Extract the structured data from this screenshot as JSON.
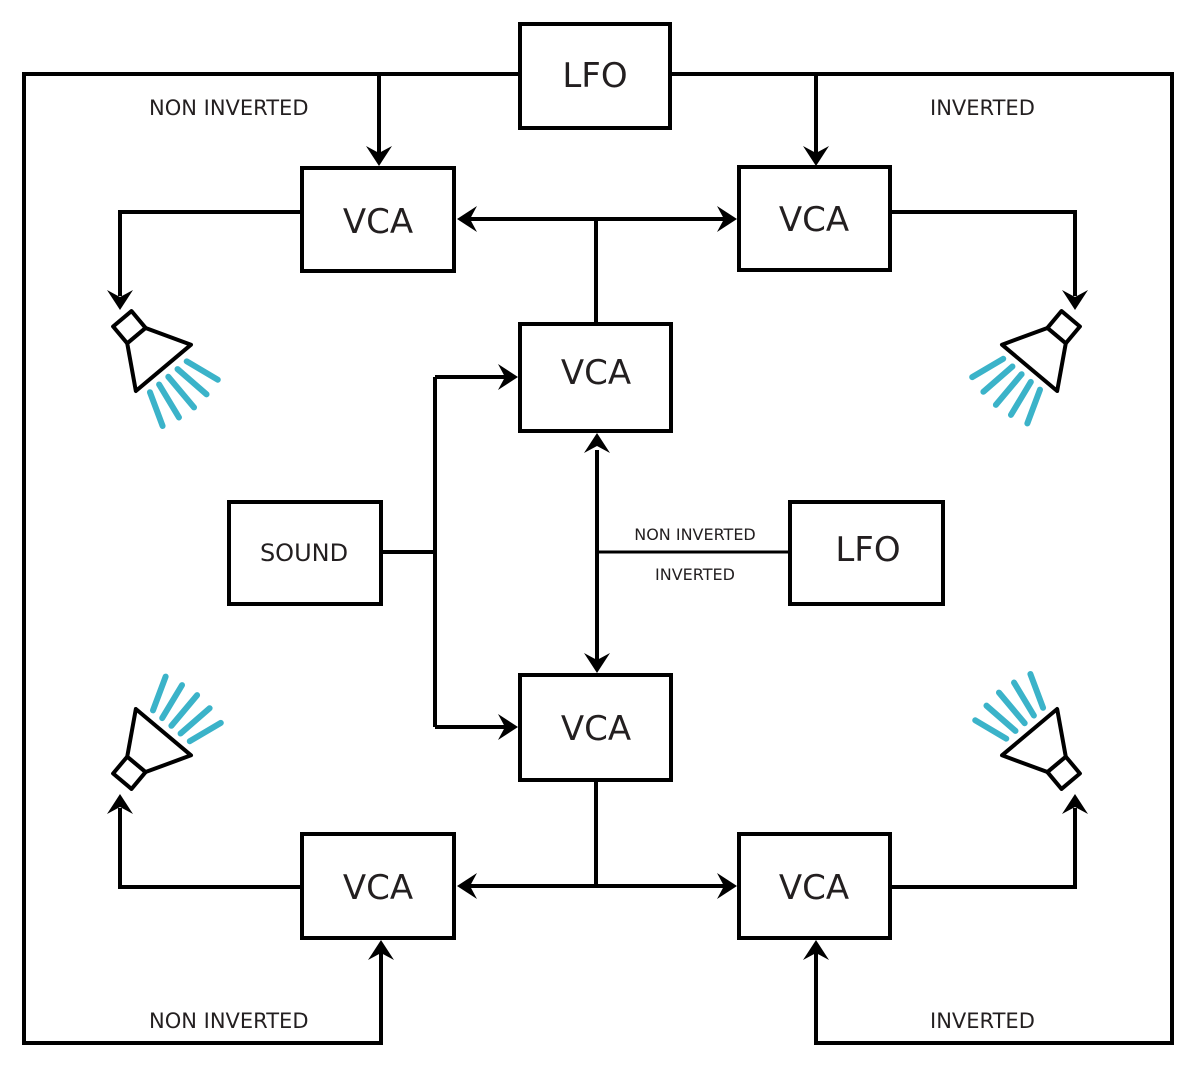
{
  "diagram": {
    "title": "",
    "colors": {
      "line": "#000000",
      "text": "#231f20",
      "sound_wave": "#3bb3c9"
    },
    "nodes": {
      "lfo_top": {
        "label": "LFO"
      },
      "lfo_mid": {
        "label": "LFO"
      },
      "sound": {
        "label": "SOUND"
      },
      "vca_center_top": {
        "label": "VCA"
      },
      "vca_center_bottom": {
        "label": "VCA"
      },
      "vca_top_left": {
        "label": "VCA"
      },
      "vca_top_right": {
        "label": "VCA"
      },
      "vca_bottom_left": {
        "label": "VCA"
      },
      "vca_bottom_right": {
        "label": "VCA"
      }
    },
    "edge_labels": {
      "top_left": "NON INVERTED",
      "top_right": "INVERTED",
      "bottom_left": "NON INVERTED",
      "bottom_right": "INVERTED",
      "mid_upper": "NON INVERTED",
      "mid_lower": "INVERTED"
    },
    "speakers": [
      {
        "id": "speaker-top-left",
        "icon": "speaker-icon"
      },
      {
        "id": "speaker-top-right",
        "icon": "speaker-icon"
      },
      {
        "id": "speaker-bottom-left",
        "icon": "speaker-icon"
      },
      {
        "id": "speaker-bottom-right",
        "icon": "speaker-icon"
      }
    ],
    "edges": [
      {
        "from": "lfo_top",
        "to": "vca_top_left",
        "label": "NON INVERTED"
      },
      {
        "from": "lfo_top",
        "to": "vca_top_right",
        "label": "INVERTED"
      },
      {
        "from": "lfo_top",
        "to": "vca_bottom_left",
        "label": "NON INVERTED"
      },
      {
        "from": "lfo_top",
        "to": "vca_bottom_right",
        "label": "INVERTED"
      },
      {
        "from": "sound",
        "to": "vca_center_top"
      },
      {
        "from": "sound",
        "to": "vca_center_bottom"
      },
      {
        "from": "lfo_mid",
        "to": "vca_center_top",
        "label": "NON INVERTED"
      },
      {
        "from": "lfo_mid",
        "to": "vca_center_bottom",
        "label": "INVERTED"
      },
      {
        "from": "vca_center_top",
        "to": "vca_top_left"
      },
      {
        "from": "vca_center_top",
        "to": "vca_top_right"
      },
      {
        "from": "vca_center_bottom",
        "to": "vca_bottom_left"
      },
      {
        "from": "vca_center_bottom",
        "to": "vca_bottom_right"
      },
      {
        "from": "vca_top_left",
        "to": "speaker-top-left"
      },
      {
        "from": "vca_top_right",
        "to": "speaker-top-right"
      },
      {
        "from": "vca_bottom_left",
        "to": "speaker-bottom-left"
      },
      {
        "from": "vca_bottom_right",
        "to": "speaker-bottom-right"
      }
    ]
  }
}
